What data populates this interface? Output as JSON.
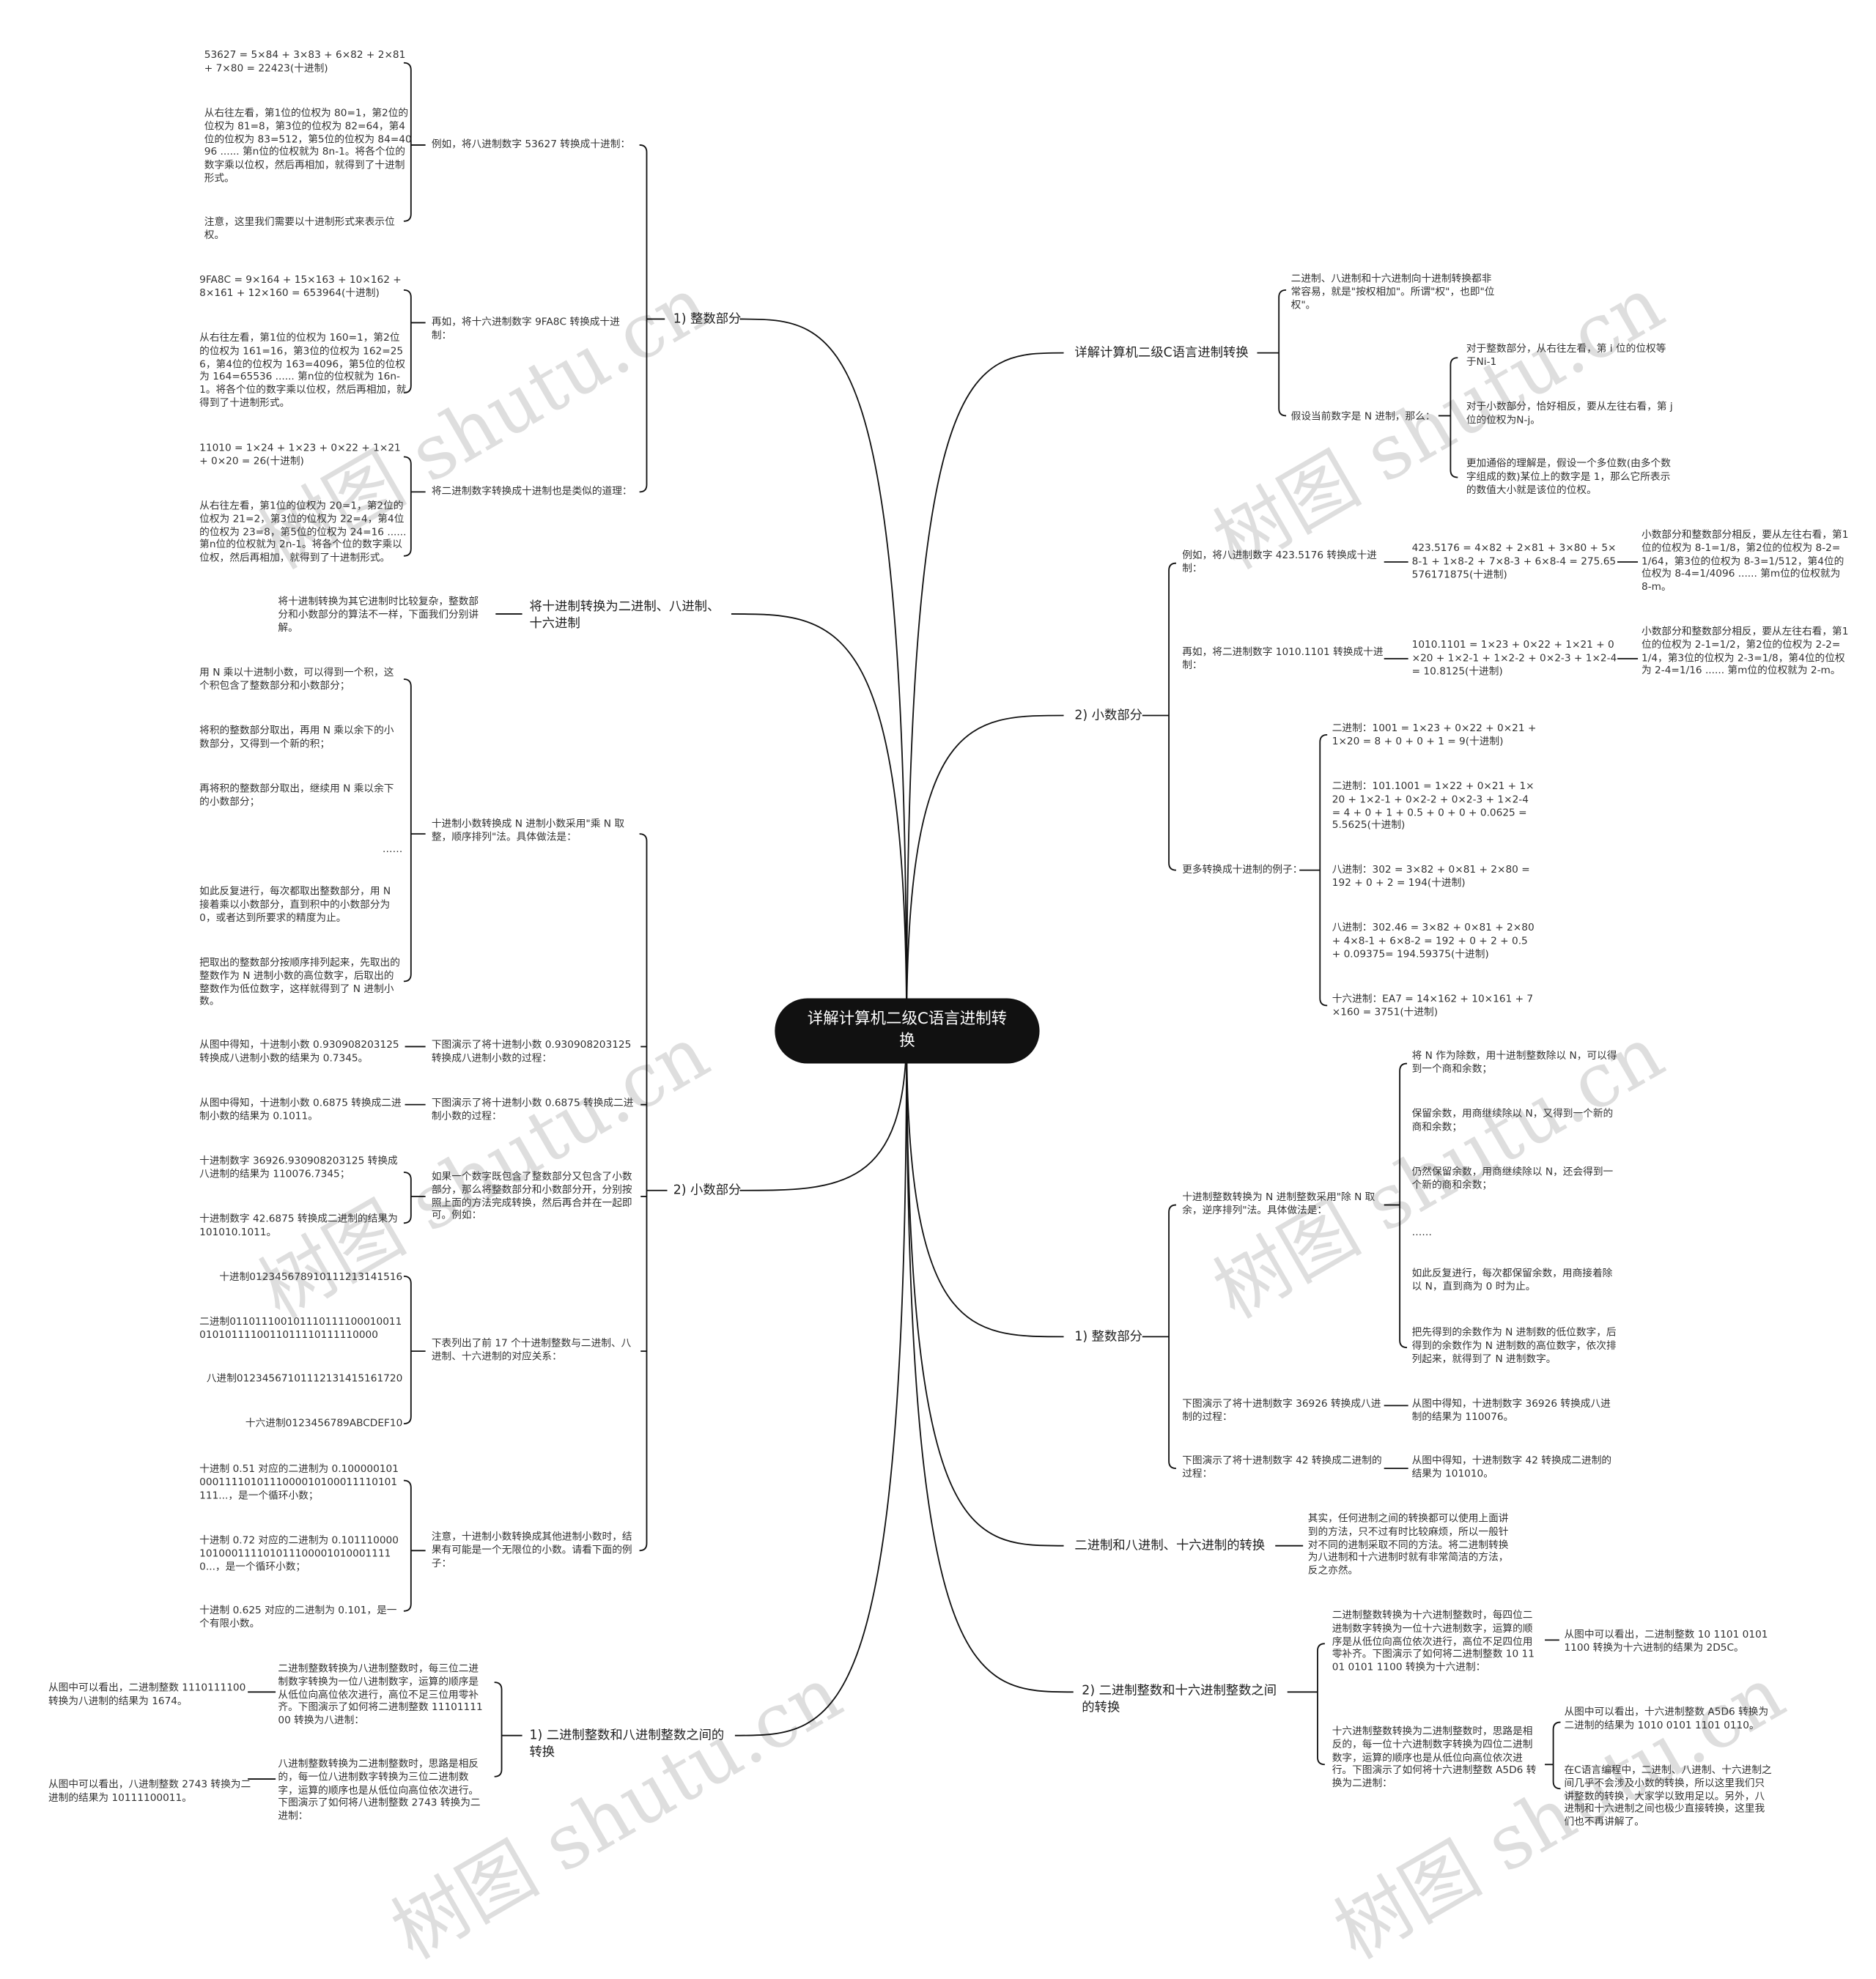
{
  "center": "详解计算机二级C语言进制转换",
  "watermark": "树图 shutu.cn",
  "right": [
    {
      "t": "详解计算机二级C语言进制转换",
      "c": [
        {
          "t": "二进制、八进制和十六进制向十进制转换都非常容易，就是\"按权相加\"。所谓\"权\"，也即\"位权\"。"
        },
        {
          "t": "假设当前数字是 N 进制，那么：",
          "c": [
            "对于整数部分，从右往左看，第 i 位的位权等于Ni-1",
            "对于小数部分，恰好相反，要从左往右看，第 j 位的位权为N-j。",
            "更加通俗的理解是，假设一个多位数(由多个数字组成的数)某位上的数字是 1，那么它所表示的数值大小就是该位的位权。"
          ]
        }
      ]
    },
    {
      "t": "2) 小数部分",
      "c": [
        {
          "t": "例如，将八进制数字 423.5176 转换成十进制：",
          "e": "423.5176 = 4×82 + 2×81 + 3×80 + 5×8-1 + 1×8-2 + 7×8-3 + 6×8-4 = 275.65576171875(十进制)",
          "n": "小数部分和整数部分相反，要从左往右看，第1位的位权为 8-1=1/8，第2位的位权为 8-2=1/64，第3位的位权为 8-3=1/512，第4位的位权为 8-4=1/4096 ...... 第m位的位权就为 8-m。"
        },
        {
          "t": "再如，将二进制数字 1010.1101 转换成十进制：",
          "e": "1010.1101 = 1×23 + 0×22 + 1×21 + 0×20 + 1×2-1 + 1×2-2 + 0×2-3 + 1×2-4 = 10.8125(十进制)",
          "n": "小数部分和整数部分相反，要从左往右看，第1位的位权为 2-1=1/2，第2位的位权为 2-2=1/4，第3位的位权为 2-3=1/8，第4位的位权为 2-4=1/16 ...... 第m位的位权就为 2-m。"
        },
        {
          "t": "更多转换成十进制的例子：",
          "c": [
            "二进制：1001 = 1×23 + 0×22 + 0×21 + 1×20 = 8 + 0 + 0 + 1 = 9(十进制)",
            "二进制：101.1001 = 1×22 + 0×21 + 1×20 + 1×2-1 + 0×2-2 + 0×2-3 + 1×2-4 = 4 + 0 + 1 + 0.5 + 0 + 0 + 0.0625 = 5.5625(十进制)",
            "八进制：302 = 3×82 + 0×81 + 2×80 = 192 + 0 + 2 = 194(十进制)",
            "八进制：302.46 = 3×82 + 0×81 + 2×80 + 4×8-1 + 6×8-2 = 192 + 0 + 2 + 0.5 + 0.09375= 194.59375(十进制)",
            "十六进制：EA7 = 14×162 + 10×161 + 7×160 = 3751(十进制)"
          ]
        }
      ]
    },
    {
      "t": "1) 整数部分",
      "c": [
        {
          "t": "十进制整数转换为 N 进制整数采用\"除 N 取余，逆序排列\"法。具体做法是：",
          "c": [
            "将 N 作为除数，用十进制整数除以 N，可以得到一个商和余数；",
            "保留余数，用商继续除以 N，又得到一个新的商和余数；",
            "仍然保留余数，用商继续除以 N，还会得到一个新的商和余数；",
            "……",
            "如此反复进行，每次都保留余数，用商接着除以 N，直到商为 0 时为止。",
            "把先得到的余数作为 N 进制数的低位数字，后得到的余数作为 N 进制数的高位数字，依次排列起来，就得到了 N 进制数字。"
          ]
        },
        {
          "t": "下图演示了将十进制数字 36926 转换成八进制的过程：",
          "c": [
            "从图中得知，十进制数字 36926 转换成八进制的结果为 110076。"
          ]
        },
        {
          "t": "下图演示了将十进制数字 42 转换成二进制的过程：",
          "c": [
            "从图中得知，十进制数字 42 转换成二进制的结果为 101010。"
          ]
        }
      ]
    },
    {
      "t": "二进制和八进制、十六进制的转换",
      "c": [
        "其实，任何进制之间的转换都可以使用上面讲到的方法，只不过有时比较麻烦，所以一般针对不同的进制采取不同的方法。将二进制转换为八进制和十六进制时就有非常简洁的方法，反之亦然。"
      ]
    },
    {
      "t": "2) 二进制整数和十六进制整数之间的转换",
      "c": [
        {
          "t": "二进制整数转换为十六进制整数时，每四位二进制数字转换为一位十六进制数字，运算的顺序是从低位向高位依次进行，高位不足四位用零补齐。下图演示了如何将二进制整数 10 1101 0101 1100 转换为十六进制：",
          "c": [
            "从图中可以看出，二进制整数 10 1101 0101 1100 转换为十六进制的结果为 2D5C。"
          ]
        },
        {
          "t": "十六进制整数转换为二进制整数时，思路是相反的，每一位十六进制数字转换为四位二进制数字，运算的顺序也是从低位向高位依次进行。下图演示了如何将十六进制整数 A5D6 转换为二进制：",
          "c": [
            "从图中可以看出，十六进制整数 A5D6 转换为二进制的结果为 1010 0101 1101 0110。",
            "在C语言编程中，二进制、八进制、十六进制之间几乎不会涉及小数的转换，所以这里我们只讲整数的转换，大家学以致用足以。另外，八进制和十六进制之间也极少直接转换，这里我们也不再讲解了。"
          ]
        }
      ]
    }
  ],
  "left": [
    {
      "t": "1) 整数部分",
      "c": [
        {
          "t": "例如，将八进制数字 53627 转换成十进制：",
          "c": [
            "53627 = 5×84 + 3×83 + 6×82 + 2×81 + 7×80 = 22423(十进制)",
            "从右往左看，第1位的位权为 80=1，第2位的位权为 81=8，第3位的位权为 82=64，第4位的位权为 83=512，第5位的位权为 84=4096 ...... 第n位的位权就为 8n-1。将各个位的数字乘以位权，然后再相加，就得到了十进制形式。",
            "注意，这里我们需要以十进制形式来表示位权。"
          ]
        },
        {
          "t": "再如，将十六进制数字 9FA8C 转换成十进制：",
          "c": [
            "9FA8C = 9×164 + 15×163 + 10×162 + 8×161 + 12×160 = 653964(十进制)",
            "从右往左看，第1位的位权为 160=1，第2位的位权为 161=16，第3位的位权为 162=256，第4位的位权为 163=4096，第5位的位权为 164=65536 ...... 第n位的位权就为 16n-1。将各个位的数字乘以位权，然后再相加，就得到了十进制形式。"
          ]
        },
        {
          "t": "将二进制数字转换成十进制也是类似的道理：",
          "c": [
            "11010 = 1×24 + 1×23 + 0×22 + 1×21 + 0×20 = 26(十进制)",
            "从右往左看，第1位的位权为 20=1，第2位的位权为 21=2，第3位的位权为 22=4，第4位的位权为 23=8，第5位的位权为 24=16 ...... 第n位的位权就为 2n-1。将各个位的数字乘以位权，然后再相加，就得到了十进制形式。"
          ]
        }
      ]
    },
    {
      "t": "将十进制转换为二进制、八进制、十六进制",
      "c": [
        "将十进制转换为其它进制时比较复杂，整数部分和小数部分的算法不一样，下面我们分别讲解。"
      ]
    },
    {
      "t": "2) 小数部分",
      "c": [
        {
          "t": "十进制小数转换成 N 进制小数采用\"乘 N 取整，顺序排列\"法。具体做法是：",
          "c": [
            "用 N 乘以十进制小数，可以得到一个积，这个积包含了整数部分和小数部分；",
            "将积的整数部分取出，再用 N 乘以余下的小数部分，又得到一个新的积；",
            "再将积的整数部分取出，继续用 N 乘以余下的小数部分；",
            "……",
            "如此反复进行，每次都取出整数部分，用 N 接着乘以小数部分，直到积中的小数部分为 0，或者达到所要求的精度为止。",
            "把取出的整数部分按顺序排列起来，先取出的整数作为 N 进制小数的高位数字，后取出的整数作为低位数字，这样就得到了 N 进制小数。"
          ]
        },
        {
          "t": "下图演示了将十进制小数 0.930908203125 转换成八进制小数的过程：",
          "c": [
            "从图中得知，十进制小数 0.930908203125 转换成八进制小数的结果为 0.7345。"
          ]
        },
        {
          "t": "下图演示了将十进制小数 0.6875 转换成二进制小数的过程：",
          "c": [
            "从图中得知，十进制小数 0.6875 转换成二进制小数的结果为 0.1011。"
          ]
        },
        {
          "t": "如果一个数字既包含了整数部分又包含了小数部分，那么将整数部分和小数部分开，分别按照上面的方法完成转换，然后再合并在一起即可。例如：",
          "c": [
            "十进制数字 36926.930908203125 转换成八进制的结果为 110076.7345；",
            "十进制数字 42.6875 转换成二进制的结果为 101010.1011。"
          ]
        },
        {
          "t": "下表列出了前 17 个十进制整数与二进制、八进制、十六进制的对应关系：",
          "c": [
            "十进制012345678910111213141516",
            "二进制0110111001011101111000100110101011110011011110111110000",
            "八进制01234567101112131415161720",
            "十六进制0123456789ABCDEF10"
          ]
        },
        {
          "t": "注意，十进制小数转换成其他进制小数时，结果有可能是一个无限位的小数。请看下面的例子：",
          "c": [
            "十进制 0.51 对应的二进制为 0.1000001010001111010111000010100011110101111...，是一个循环小数；",
            "十进制 0.72 对应的二进制为 0.1011100001010001111010111000010100011110...，是一个循环小数；",
            "十进制 0.625 对应的二进制为 0.101，是一个有限小数。"
          ]
        }
      ]
    },
    {
      "t": "1) 二进制整数和八进制整数之间的转换",
      "c": [
        {
          "t": "二进制整数转换为八进制整数时，每三位二进制数字转换为一位八进制数字，运算的顺序是从低位向高位依次进行，高位不足三位用零补齐。下图演示了如何将二进制整数 1110111100 转换为八进制：",
          "c": [
            "从图中可以看出，二进制整数 1110111100 转换为八进制的结果为 1674。"
          ]
        },
        {
          "t": "八进制整数转换为二进制整数时，思路是相反的，每一位八进制数字转换为三位二进制数字，运算的顺序也是从低位向高位依次进行。下图演示了如何将八进制整数 2743 转换为二进制：",
          "c": [
            "从图中可以看出，八进制整数 2743 转换为二进制的结果为 10111100011。"
          ]
        }
      ]
    }
  ]
}
